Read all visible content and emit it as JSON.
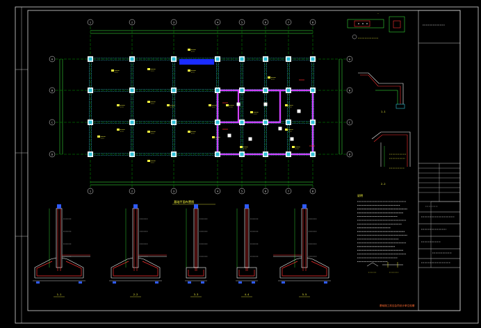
{
  "plan": {
    "grid_columns": [
      "1",
      "2",
      "3",
      "4",
      "5",
      "6",
      "7",
      "8"
    ],
    "grid_rows": [
      "A",
      "B",
      "C",
      "D"
    ],
    "title": "基础平面布置图"
  },
  "sections": [
    {
      "label": "1-1"
    },
    {
      "label": "2-2"
    },
    {
      "label": "3-3"
    },
    {
      "label": "4-4"
    },
    {
      "label": "5-5"
    }
  ],
  "details": [
    {
      "label": "1-1"
    },
    {
      "label": "2-2"
    }
  ],
  "notes": {
    "heading": "说明"
  },
  "footer_note": "基础施工前应会同设计单位验槽",
  "colors": {
    "background": "#000000",
    "line": "#ffffff",
    "grid": "#00e000",
    "column": "#2fc0d8",
    "beam_highlight": "#d040ff",
    "rebar": "#ff3030",
    "text": "#ffff40",
    "dimension": "#40ff40"
  },
  "icons": {
    "grid_bubble": "circle-label-icon",
    "north": "north-arrow-icon"
  }
}
